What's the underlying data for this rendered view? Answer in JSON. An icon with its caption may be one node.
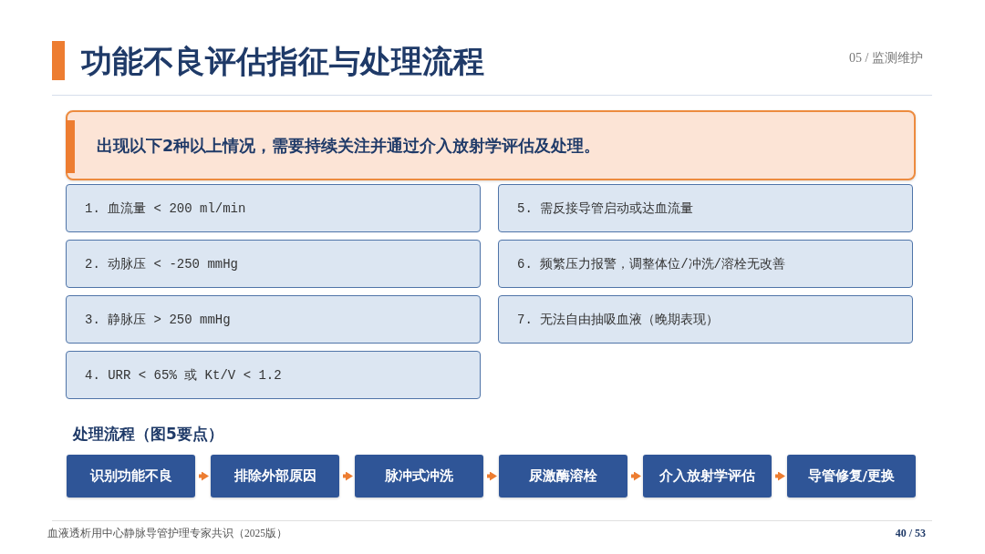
{
  "diagram": {
    "title": "功能不良评估指征与处理流程",
    "nodes": [
      {
        "text": [
          "出现以下2种以上情况，需要持续关注并通过介入放射学评估及处理。"
        ]
      },
      {
        "text": [
          "1. 血流量 < 200 ml/min"
        ]
      },
      {
        "text": [
          "2. 动脉压 < -250 mmHg"
        ]
      },
      {
        "text": [
          "3. 静脉压 > 250 mmHg"
        ]
      },
      {
        "text": [
          "4. URR < 65% 或 Kt/V < 1.2"
        ]
      },
      {
        "text": [
          "5. 需反接导管启动或达血流量"
        ]
      },
      {
        "text": [
          "6. 频繁压力报警，调整体位/冲洗/溶栓无改善"
        ]
      },
      {
        "text": [
          "7. 无法自由抽吸血液（晚期表现）"
        ]
      },
      {
        "text": [
          "识别功能不良"
        ]
      },
      {
        "text": [
          "排除外部原因"
        ]
      },
      {
        "text": [
          "脉冲式冲洗"
        ]
      },
      {
        "text": [
          "尿激酶溶栓"
        ]
      },
      {
        "text": [
          "介入放射学评估"
        ]
      },
      {
        "text": [
          "导管修复/更换"
        ]
      }
    ],
    "edges": [
      {
        "from": 8,
        "to": 9,
        "arrow": "to"
      },
      {
        "from": 9,
        "to": 10,
        "arrow": "to"
      },
      {
        "from": 10,
        "to": 11,
        "arrow": "to"
      },
      {
        "from": 11,
        "to": 12,
        "arrow": "to"
      },
      {
        "from": 12,
        "to": 13,
        "arrow": "to"
      }
    ],
    "labels": [
      "05 / 监测维护",
      "处理流程（图5要点）",
      "血液透析用中心静脉导管护理专家共识（2025版）",
      "40 / 53"
    ]
  }
}
